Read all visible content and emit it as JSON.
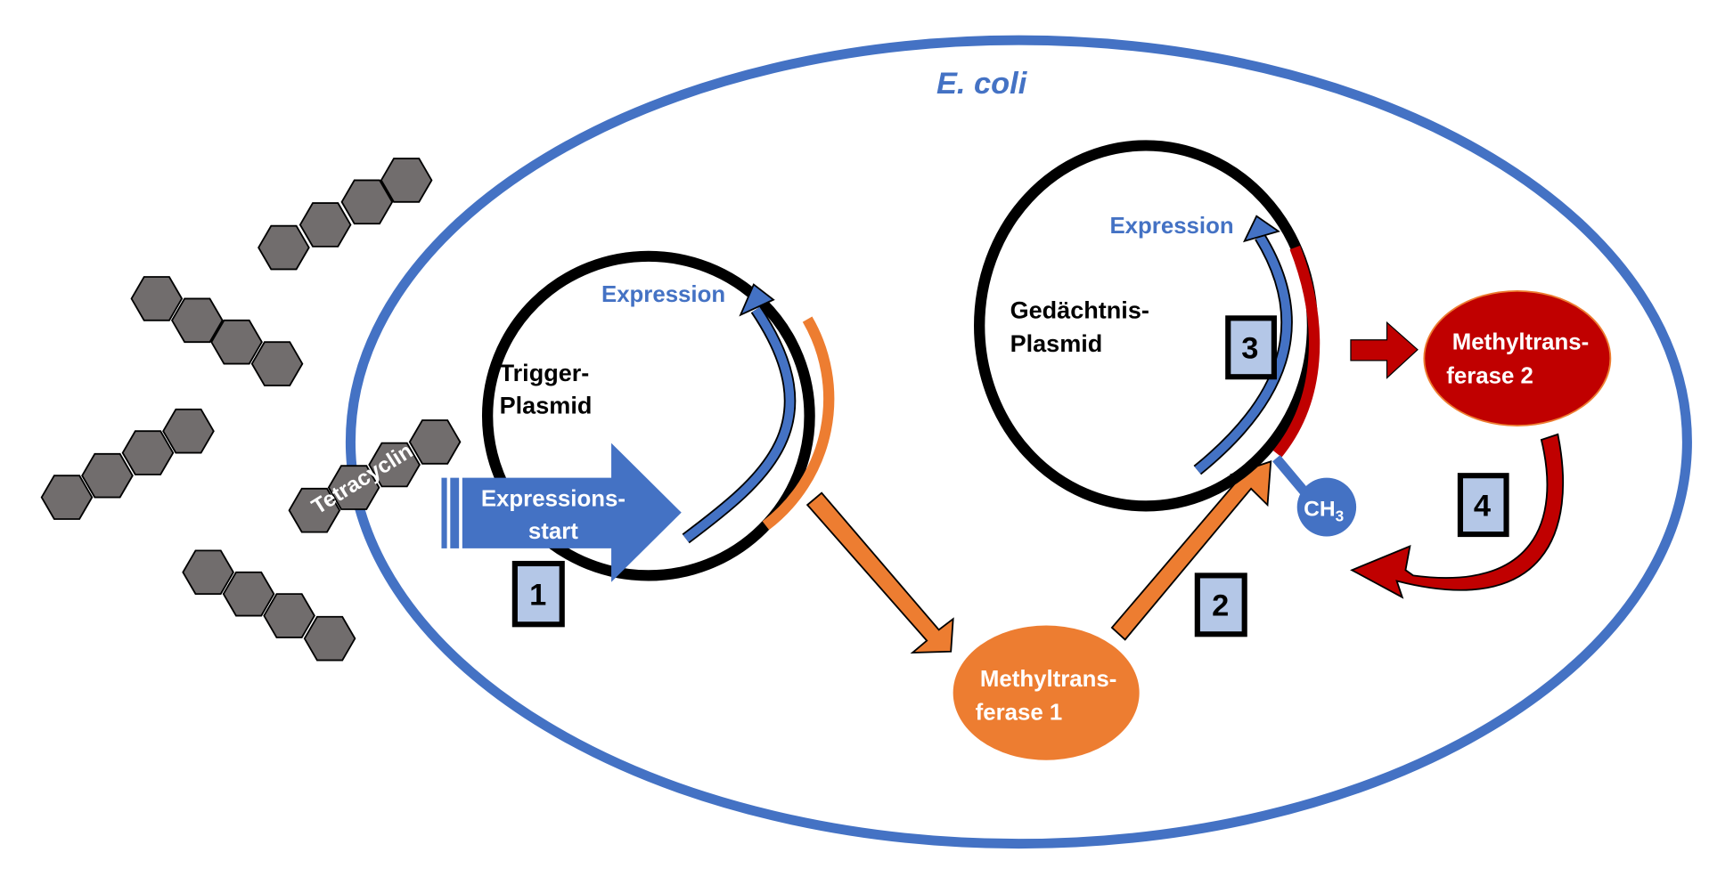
{
  "cell_label": "E. coli",
  "molecule_label": "Tetracyclin",
  "trigger_plasmid": {
    "line1": "Trigger-",
    "line2": "Plasmid",
    "expression_label": "Expression"
  },
  "expression_start": {
    "line1": "Expressions-",
    "line2": "start"
  },
  "memory_plasmid": {
    "line1": "Gedächtnis-",
    "line2": "Plasmid",
    "expression_label": "Expression"
  },
  "enzyme1": {
    "line1": "Methyltrans-",
    "line2": "ferase 1"
  },
  "enzyme2": {
    "line1": "Methyltrans-",
    "line2": "ferase 2"
  },
  "methyl_group": {
    "main": "CH",
    "subscript": "3"
  },
  "steps": [
    "1",
    "2",
    "3",
    "4"
  ],
  "colors": {
    "membrane": "#4472C4",
    "enzyme1": "#ED7D31",
    "enzyme2": "#C00000",
    "step_box": "#B4C7E7",
    "molecule": "#716d6d"
  }
}
